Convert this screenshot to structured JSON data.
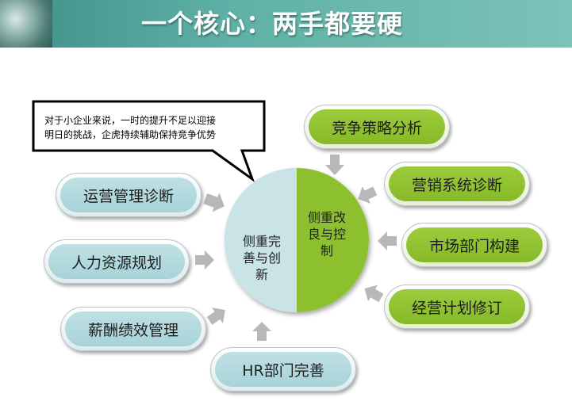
{
  "header": {
    "title": "一个核心：两手都要硬"
  },
  "callout": {
    "line1": "对于小企业来说，一时的提升不足以迎接",
    "line2": "明日的挑战，企虎持续辅助保持竞争优势"
  },
  "center": {
    "left_line1": "侧重完",
    "left_line2": "善与创",
    "left_line3": "新",
    "right_line1": "侧重改",
    "right_line2": "良与控",
    "right_line3": "制"
  },
  "left_items": [
    {
      "label": "运营管理诊断"
    },
    {
      "label": "人力资源规划"
    },
    {
      "label": "薪酬绩效管理"
    },
    {
      "label": "HR部门完善"
    }
  ],
  "right_items": [
    {
      "label": "竞争策略分析"
    },
    {
      "label": "营销系统诊断"
    },
    {
      "label": "市场部门构建"
    },
    {
      "label": "经营计划修订"
    }
  ],
  "colors": {
    "header_teal": "#5fb0a6",
    "blue_pill": "#a7d3d8",
    "green_pill": "#8cc02e",
    "circle_blue": "#c9e3e6",
    "circle_green": "#8cc02e",
    "arrow_gray": "#b8b8b8"
  }
}
